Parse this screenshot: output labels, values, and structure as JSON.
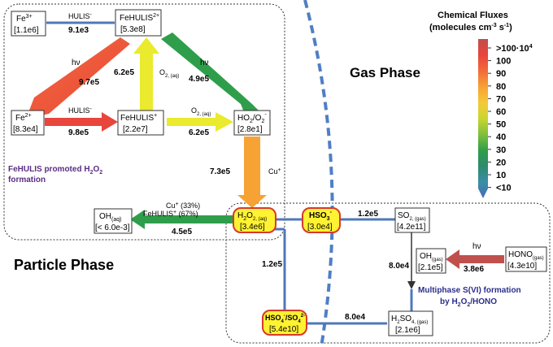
{
  "species": {
    "fe3": {
      "name": "Fe",
      "sup": "3+",
      "sub": "",
      "value": "[1.1e6]"
    },
    "fehulis2": {
      "name": "FeHULIS",
      "sup": "2+",
      "sub": "",
      "value": "[5.3e8]"
    },
    "fe2": {
      "name": "Fe",
      "sup": "2+",
      "sub": "",
      "value": "[8.3e4]"
    },
    "fehulis1": {
      "name": "FeHULIS",
      "sup": "+",
      "sub": "",
      "value": "[2.2e7]"
    },
    "ho2": {
      "name": "HO",
      "sub": "2",
      "mid": "/O",
      "sub2": "2",
      "sup2": "-",
      "value": "[2.8e1]"
    },
    "ohaq": {
      "name": "OH",
      "sub": "(aq)",
      "value": "[< 6.0e-3]"
    },
    "h2o2": {
      "name": "H",
      "sub": "2",
      "mid": "O",
      "sub2": "2, (aq)",
      "value": "[3.4e6]"
    },
    "hso3": {
      "name": "HSO",
      "sub": "3",
      "sup": "-",
      "value": "[3.0e4]"
    },
    "so2": {
      "name": "SO",
      "sub": "2, (gas)",
      "value": "[4.2e11]"
    },
    "ohgas": {
      "name": "OH",
      "sub": "(gas)",
      "value": "[2.1e5]"
    },
    "hono": {
      "name": "HONO",
      "sub": "(gas)",
      "value": "[4.3e10]"
    },
    "hso4": {
      "name": "HSO",
      "sub": "4",
      "sup": "-",
      "mid": "/SO",
      "sub2": "4",
      "sup2": "2-",
      "value": "[5.4e10]"
    },
    "h2so4": {
      "name": "H",
      "sub": "2",
      "mid": "SO",
      "sub2": "4, (gas)",
      "value": "[2.1e6]"
    }
  },
  "fluxes": {
    "hulis_top_label": "HULIS",
    "hulis_top_sup": "-",
    "hulis_top_value": "9.1e3",
    "hv_left_label": "hν",
    "hv_left_value": "9.7e5",
    "o2aq_mid_label": "O",
    "o2aq_mid_sub": "2, (aq)",
    "o2aq_mid_value": "6.2e5",
    "hv_right_label": "hν",
    "hv_right_value": "4.9e5",
    "hulis_bottom_label": "HULIS",
    "hulis_bottom_sup": "-",
    "hulis_bottom_value": "9.8e5",
    "o2aq_bottom_label": "O",
    "o2aq_bottom_sub": "2, (aq)",
    "o2aq_bottom_value": "6.2e5",
    "cu_label": "Cu",
    "cu_sup": "+",
    "cu_value": "7.3e5",
    "oh_line1": "Cu",
    "oh_line1_sup": "+",
    "oh_line1_pct": " (33%)",
    "oh_line2": "FeHULIS",
    "oh_line2_sup": "+",
    "oh_line2_pct": " (67%)",
    "oh_value": "4.5e5",
    "hso3_so2_value": "1.2e5",
    "h2o2_hso4_value": "1.2e5",
    "so2_oh_value": "8.0e4",
    "hono_value": "3.8e6",
    "hono_label": "hν",
    "hso4_h2so4_value": "8.0e4"
  },
  "labels": {
    "gas_phase": "Gas Phase",
    "particle_phase": "Particle Phase",
    "fehulis_note_1": "FeHULIS promoted H",
    "fehulis_note_sub": "2",
    "fehulis_note_o": "O",
    "fehulis_note_sub2": "2",
    "fehulis_note_2": "formation",
    "multiphase_1": "Multiphase S(VI) formation",
    "multiphase_2a": "by H",
    "multiphase_2sub": "2",
    "multiphase_2b": "O",
    "multiphase_2sub2": "2",
    "multiphase_2c": "/HONO"
  },
  "legend": {
    "title_1": "Chemical Fluxes",
    "title_2a": "(molecules cm",
    "title_2sup1": "-3",
    "title_2b": " s",
    "title_2sup2": "-1",
    "title_2c": ")",
    "items": [
      {
        "label": ">100·10",
        "sup": "4",
        "color": "#c0504d"
      },
      {
        "label": "100",
        "sup": "",
        "color": "#e8453c"
      },
      {
        "label": "90",
        "sup": "",
        "color": "#f26b3a"
      },
      {
        "label": "80",
        "sup": "",
        "color": "#f7a234"
      },
      {
        "label": "70",
        "sup": "",
        "color": "#f5c93a"
      },
      {
        "label": "60",
        "sup": "",
        "color": "#c9d62e"
      },
      {
        "label": "50",
        "sup": "",
        "color": "#7fbf3c"
      },
      {
        "label": "40",
        "sup": "",
        "color": "#2f9e4b"
      },
      {
        "label": "30",
        "sup": "",
        "color": "#2e8b6e"
      },
      {
        "label": "20",
        "sup": "",
        "color": "#3a8fa6"
      },
      {
        "label": "10",
        "sup": "",
        "color": "#3f7fbf"
      },
      {
        "label": "<10",
        "sup": "",
        "color": "#4a6bb5"
      }
    ]
  },
  "colors": {
    "yellow_fill": "#fff232",
    "red_outline": "#d63a2a",
    "dashed_divider": "#4f7fc4",
    "blue_line": "#4f78b8",
    "purple_text": "#5a2d82",
    "navy_text": "#2b2f8a"
  }
}
